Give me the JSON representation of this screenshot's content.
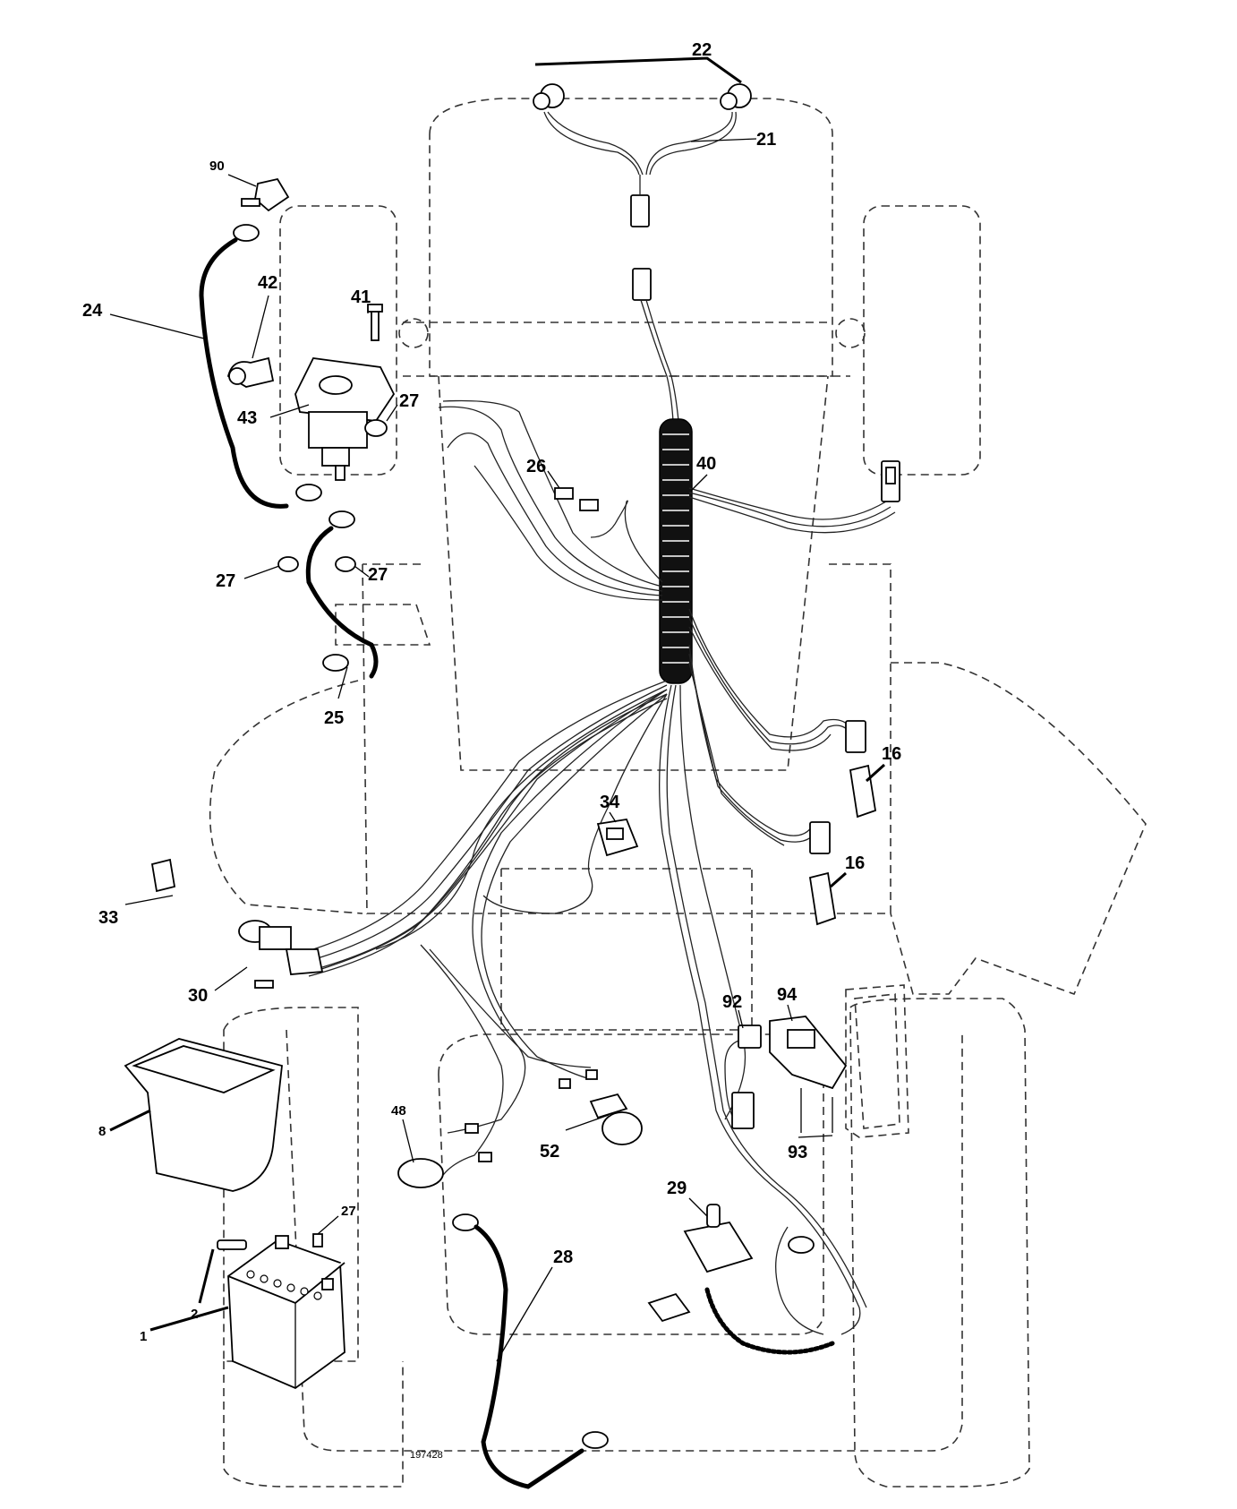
{
  "drawing_number": "197428",
  "callouts": {
    "c1": "1",
    "c2": "2",
    "c8": "8",
    "c16a": "16",
    "c16b": "16",
    "c21": "21",
    "c22": "22",
    "c24": "24",
    "c25": "25",
    "c26": "26",
    "c27a": "27",
    "c27b": "27",
    "c27c": "27",
    "c27d": "27",
    "c28": "28",
    "c29": "29",
    "c30": "30",
    "c33": "33",
    "c34": "34",
    "c40": "40",
    "c41": "41",
    "c42": "42",
    "c43": "43",
    "c48": "48",
    "c52": "52",
    "c90": "90",
    "c92": "92",
    "c93": "93",
    "c94": "94"
  },
  "colors": {
    "line": "#000000",
    "outline": "#333333",
    "background": "#ffffff"
  }
}
